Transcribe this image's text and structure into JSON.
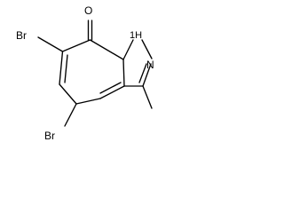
{
  "molecule": {
    "labels": {
      "oxygen": "O",
      "bromine_top": "Br",
      "bromine_bottom": "Br",
      "nh": "1H",
      "nitrogen": "N"
    },
    "style": {
      "bond_color": "#000000",
      "background": "#ffffff",
      "text_color": "#000000"
    }
  }
}
